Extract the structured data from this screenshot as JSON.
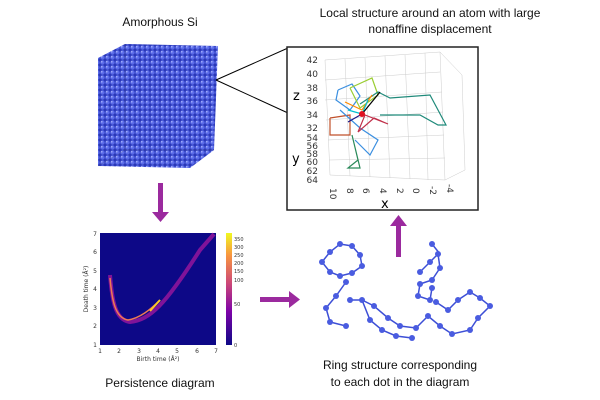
{
  "titles": {
    "amorphous": "Amorphous Si",
    "local_line1": "Local structure around an atom with large",
    "local_line2": "nonaffine displacement",
    "persistence": "Persistence diagram",
    "ring_line1": "Ring structure corresponding",
    "ring_line2": "to each dot in the diagram"
  },
  "plot3d": {
    "z_label": "z",
    "y_label": "y",
    "x_label": "x",
    "z_ticks": [
      "42",
      "40",
      "38",
      "36",
      "34",
      "32"
    ],
    "y_ticks": [
      "54",
      "56",
      "58",
      "60",
      "62",
      "64"
    ],
    "x_ticks": [
      "10",
      "8",
      "6",
      "4",
      "2",
      "0",
      "-2",
      "-4"
    ]
  },
  "heatmap": {
    "xlabel": "Birth time (Å²)",
    "ylabel": "Death time (Å²)",
    "x_ticks": [
      "1",
      "2",
      "3",
      "4",
      "5",
      "6",
      "7"
    ],
    "y_ticks": [
      "1",
      "2",
      "3",
      "4",
      "5",
      "6",
      "7"
    ],
    "colorbar_ticks": [
      "350",
      "300",
      "250",
      "200",
      "150",
      "100",
      "50",
      "0"
    ]
  },
  "colors": {
    "arrow": "#9b2a9e",
    "atom": "#3d4fd6",
    "heat_bg": "#0d0887"
  }
}
